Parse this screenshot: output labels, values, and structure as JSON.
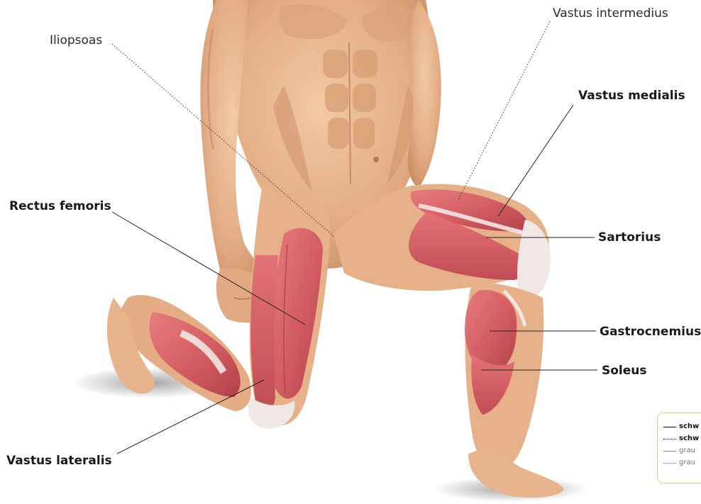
{
  "labels": {
    "iliopsoas": "Iliopsoas",
    "vastus_intermedius": "Vastus intermedius",
    "vastus_medialis": "Vastus medialis",
    "rectus_femoris": "Rectus femoris",
    "sartorius": "Sartorius",
    "gastrocnemius": "Gastrocnemius",
    "soleus": "Soleus",
    "vastus_lateralis": "Vastus lateralis"
  },
  "legend": {
    "items": [
      {
        "style": "solid-black",
        "text": "schw"
      },
      {
        "style": "dotted-black",
        "text": "schw"
      },
      {
        "style": "solid-grey",
        "text": "grau"
      },
      {
        "style": "dotted-grey",
        "text": "grau"
      }
    ]
  },
  "colors": {
    "skin": "#e8b48c",
    "skin_shadow": "#c88a62",
    "muscle": "#d9666a",
    "muscle_dark": "#b8454c",
    "tendon": "#efe6e2",
    "legend_border": "#c8dc78"
  }
}
